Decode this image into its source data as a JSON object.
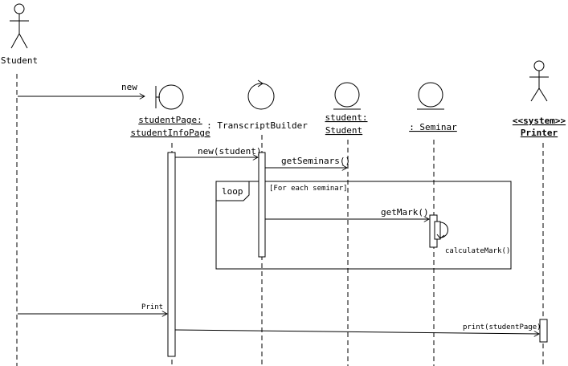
{
  "actors": {
    "student": "Student",
    "student_page_line1": "studentPage:",
    "student_page_line2": "studentInfoPage",
    "transcript_builder": ": TranscriptBuilder",
    "student_entity_line1": "student:",
    "student_entity_line2": "Student",
    "seminar": ": Seminar",
    "printer_stereotype": "<<system>>",
    "printer_name": "Printer"
  },
  "messages": {
    "new": "new",
    "new_student": "new(student)",
    "get_seminars": "getSeminars()",
    "get_mark": "getMark()",
    "calculate_mark": "calculateMark()",
    "print": "Print",
    "print_student_page": "print(studentPage)"
  },
  "fragment": {
    "operator": "loop",
    "guard": "[For each seminar]"
  }
}
